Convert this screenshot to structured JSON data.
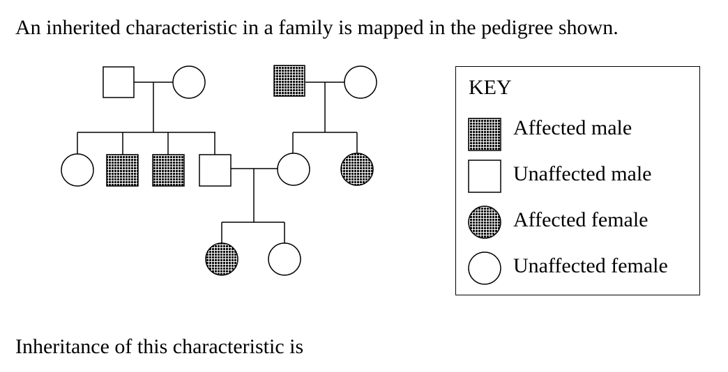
{
  "question": {
    "intro": "An inherited characteristic in a family is mapped in the pedigree shown.",
    "stem": "Inheritance of this characteristic is"
  },
  "key": {
    "title": "KEY",
    "items": [
      {
        "label": "Affected male",
        "sex": "male",
        "affected": true
      },
      {
        "label": "Unaffected male",
        "sex": "male",
        "affected": false
      },
      {
        "label": "Affected female",
        "sex": "female",
        "affected": true
      },
      {
        "label": "Unaffected female",
        "sex": "female",
        "affected": false
      }
    ]
  },
  "pedigree": {
    "generation_1": [
      {
        "sex": "male",
        "affected": false
      },
      {
        "sex": "female",
        "affected": false
      },
      {
        "sex": "male",
        "affected": true
      },
      {
        "sex": "female",
        "affected": false
      }
    ],
    "generation_2": [
      {
        "sex": "female",
        "affected": false
      },
      {
        "sex": "male",
        "affected": true
      },
      {
        "sex": "male",
        "affected": true
      },
      {
        "sex": "male",
        "affected": false
      },
      {
        "sex": "female",
        "affected": false
      },
      {
        "sex": "female",
        "affected": true
      }
    ],
    "generation_3": [
      {
        "sex": "female",
        "affected": true
      },
      {
        "sex": "female",
        "affected": false
      }
    ]
  },
  "colors": {
    "line": "#000000",
    "fill_dark": "#1a1a1a",
    "fill_light": "#ffffff"
  }
}
